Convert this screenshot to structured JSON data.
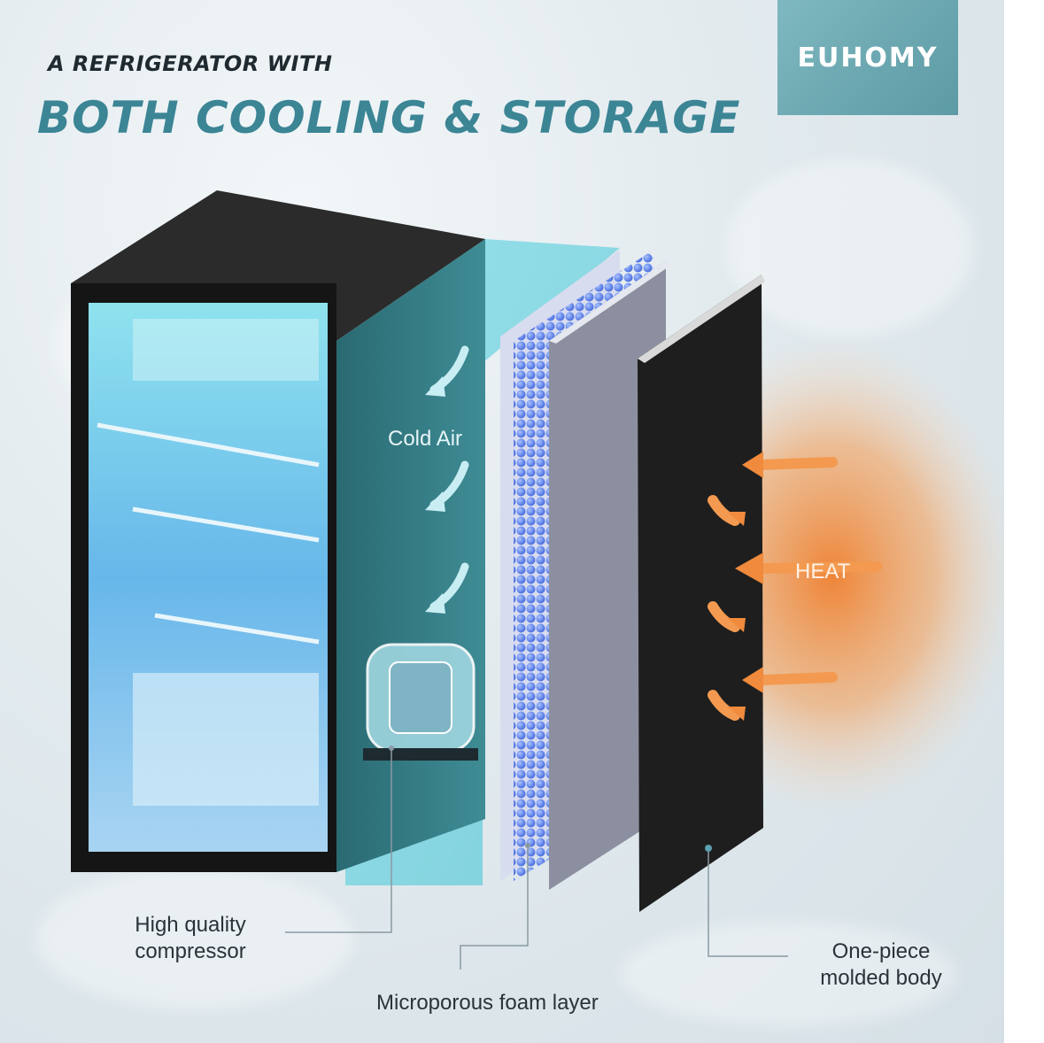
{
  "brand": {
    "name": "EUHOMY"
  },
  "headline": {
    "line1": "A REFRIGERATOR WITH",
    "line2": "BOTH COOLING & STORAGE"
  },
  "diagram": {
    "cold_air_label": "Cold Air",
    "heat_label": "HEAT"
  },
  "callouts": {
    "compressor": "High quality\ncompressor",
    "foam": "Microporous foam layer",
    "body": "One-piece\nmolded body"
  },
  "colors": {
    "accent": "#3b8595",
    "brand_bg": "#6aa7b0",
    "heat": "#f08a3c"
  }
}
